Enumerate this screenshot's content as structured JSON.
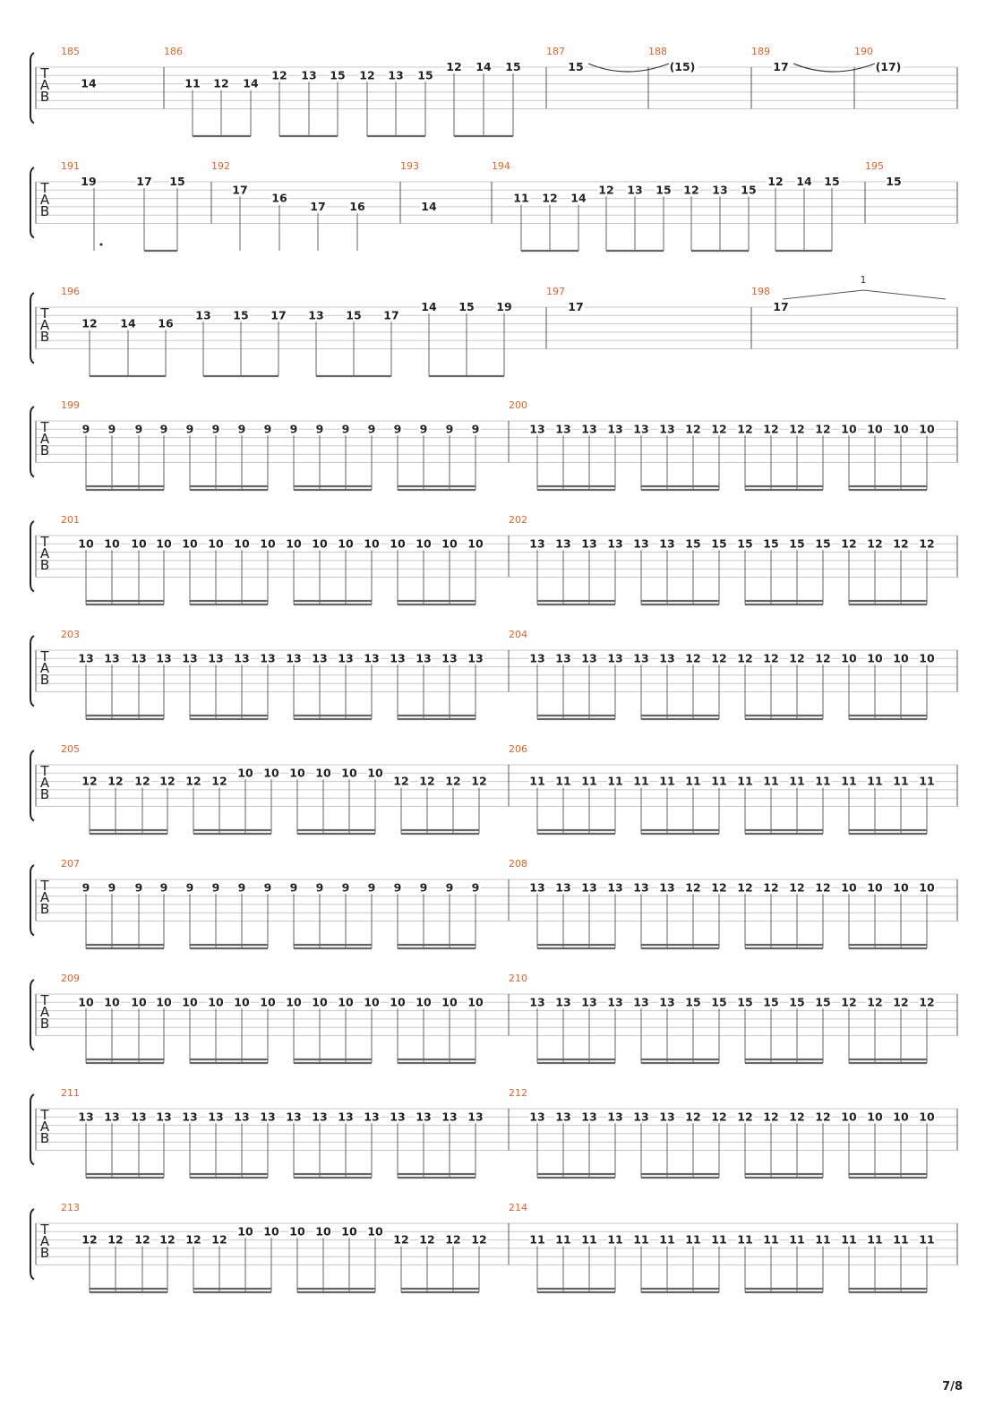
{
  "page_number": "7/8",
  "tab_letters": [
    "T",
    "A",
    "B"
  ],
  "systems": [
    {
      "measures": [
        {
          "number": "185",
          "notes": [
            {
              "f": "14",
              "s": 3
            }
          ]
        },
        {
          "number": "186",
          "notes": [
            {
              "f": "11",
              "s": 3
            },
            {
              "f": "12",
              "s": 3
            },
            {
              "f": "14",
              "s": 3
            },
            {
              "f": "12",
              "s": 2
            },
            {
              "f": "13",
              "s": 2
            },
            {
              "f": "15",
              "s": 2
            },
            {
              "f": "12",
              "s": 2
            },
            {
              "f": "13",
              "s": 2
            },
            {
              "f": "15",
              "s": 2
            },
            {
              "f": "12",
              "s": 1
            },
            {
              "f": "14",
              "s": 1
            },
            {
              "f": "15",
              "s": 1
            }
          ]
        },
        {
          "number": "187",
          "notes": [
            {
              "f": "15",
              "s": 1
            }
          ]
        },
        {
          "number": "188",
          "notes": [
            {
              "f": "(15)",
              "s": 1
            }
          ]
        },
        {
          "number": "189",
          "notes": [
            {
              "f": "17",
              "s": 1
            }
          ]
        },
        {
          "number": "190",
          "notes": [
            {
              "f": "(17)",
              "s": 1
            }
          ]
        }
      ]
    },
    {
      "measures": [
        {
          "number": "191",
          "notes": [
            {
              "f": "19",
              "s": 1
            },
            {
              "f": "17",
              "s": 1
            },
            {
              "f": "15",
              "s": 1
            }
          ]
        },
        {
          "number": "192",
          "notes": [
            {
              "f": "17",
              "s": 2
            },
            {
              "f": "16",
              "s": 3
            },
            {
              "f": "17",
              "s": 4
            },
            {
              "f": "16",
              "s": 4
            }
          ]
        },
        {
          "number": "193",
          "notes": [
            {
              "f": "14",
              "s": 4
            }
          ]
        },
        {
          "number": "194",
          "notes": [
            {
              "f": "11",
              "s": 3
            },
            {
              "f": "12",
              "s": 3
            },
            {
              "f": "14",
              "s": 3
            },
            {
              "f": "12",
              "s": 2
            },
            {
              "f": "13",
              "s": 2
            },
            {
              "f": "15",
              "s": 2
            },
            {
              "f": "12",
              "s": 2
            },
            {
              "f": "13",
              "s": 2
            },
            {
              "f": "15",
              "s": 2
            },
            {
              "f": "12",
              "s": 1
            },
            {
              "f": "14",
              "s": 1
            },
            {
              "f": "15",
              "s": 1
            }
          ]
        },
        {
          "number": "195",
          "notes": [
            {
              "f": "15",
              "s": 1
            }
          ]
        }
      ]
    },
    {
      "measures": [
        {
          "number": "196",
          "notes": [
            {
              "f": "12",
              "s": 3
            },
            {
              "f": "14",
              "s": 3
            },
            {
              "f": "16",
              "s": 3
            },
            {
              "f": "13",
              "s": 2
            },
            {
              "f": "15",
              "s": 2
            },
            {
              "f": "17",
              "s": 2
            },
            {
              "f": "13",
              "s": 2
            },
            {
              "f": "15",
              "s": 2
            },
            {
              "f": "17",
              "s": 2
            },
            {
              "f": "14",
              "s": 1
            },
            {
              "f": "15",
              "s": 1
            },
            {
              "f": "19",
              "s": 1
            }
          ]
        },
        {
          "number": "197",
          "notes": [
            {
              "f": "17",
              "s": 1
            }
          ]
        },
        {
          "number": "198",
          "notes": [
            {
              "f": "17",
              "s": 1
            }
          ],
          "bend": "1"
        }
      ]
    },
    {
      "measures": [
        {
          "number": "199",
          "string": 2,
          "frets": [
            "9",
            "9",
            "9",
            "9",
            "9",
            "9",
            "9",
            "9",
            "9",
            "9",
            "9",
            "9",
            "9",
            "9",
            "9",
            "9"
          ]
        },
        {
          "number": "200",
          "string": 2,
          "frets": [
            "13",
            "13",
            "13",
            "13",
            "13",
            "13",
            "12",
            "12",
            "12",
            "12",
            "12",
            "12",
            "10",
            "10",
            "10",
            "10"
          ]
        }
      ]
    },
    {
      "measures": [
        {
          "number": "201",
          "string": 2,
          "frets": [
            "10",
            "10",
            "10",
            "10",
            "10",
            "10",
            "10",
            "10",
            "10",
            "10",
            "10",
            "10",
            "10",
            "10",
            "10",
            "10"
          ]
        },
        {
          "number": "202",
          "string": 2,
          "frets": [
            "13",
            "13",
            "13",
            "13",
            "13",
            "13",
            "15",
            "15",
            "15",
            "15",
            "15",
            "15",
            "12",
            "12",
            "12",
            "12"
          ]
        }
      ]
    },
    {
      "measures": [
        {
          "number": "203",
          "string": 2,
          "frets": [
            "13",
            "13",
            "13",
            "13",
            "13",
            "13",
            "13",
            "13",
            "13",
            "13",
            "13",
            "13",
            "13",
            "13",
            "13",
            "13"
          ]
        },
        {
          "number": "204",
          "string": 2,
          "frets": [
            "13",
            "13",
            "13",
            "13",
            "13",
            "13",
            "12",
            "12",
            "12",
            "12",
            "12",
            "12",
            "10",
            "10",
            "10",
            "10"
          ]
        }
      ]
    },
    {
      "measures": [
        {
          "number": "205",
          "string": 3,
          "frets": [
            "12",
            "12",
            "12",
            "12",
            "12",
            "12",
            "10",
            "10",
            "10",
            "10",
            "10",
            "10",
            "12",
            "12",
            "12",
            "12"
          ],
          "strings": [
            3,
            3,
            3,
            3,
            3,
            3,
            2,
            2,
            2,
            2,
            2,
            2,
            3,
            3,
            3,
            3
          ]
        },
        {
          "number": "206",
          "string": 3,
          "frets": [
            "11",
            "11",
            "11",
            "11",
            "11",
            "11",
            "11",
            "11",
            "11",
            "11",
            "11",
            "11",
            "11",
            "11",
            "11",
            "11"
          ]
        }
      ]
    },
    {
      "measures": [
        {
          "number": "207",
          "string": 2,
          "frets": [
            "9",
            "9",
            "9",
            "9",
            "9",
            "9",
            "9",
            "9",
            "9",
            "9",
            "9",
            "9",
            "9",
            "9",
            "9",
            "9"
          ]
        },
        {
          "number": "208",
          "string": 2,
          "frets": [
            "13",
            "13",
            "13",
            "13",
            "13",
            "13",
            "12",
            "12",
            "12",
            "12",
            "12",
            "12",
            "10",
            "10",
            "10",
            "10"
          ]
        }
      ]
    },
    {
      "measures": [
        {
          "number": "209",
          "string": 2,
          "frets": [
            "10",
            "10",
            "10",
            "10",
            "10",
            "10",
            "10",
            "10",
            "10",
            "10",
            "10",
            "10",
            "10",
            "10",
            "10",
            "10"
          ]
        },
        {
          "number": "210",
          "string": 2,
          "frets": [
            "13",
            "13",
            "13",
            "13",
            "13",
            "13",
            "15",
            "15",
            "15",
            "15",
            "15",
            "15",
            "12",
            "12",
            "12",
            "12"
          ]
        }
      ]
    },
    {
      "measures": [
        {
          "number": "211",
          "string": 2,
          "frets": [
            "13",
            "13",
            "13",
            "13",
            "13",
            "13",
            "13",
            "13",
            "13",
            "13",
            "13",
            "13",
            "13",
            "13",
            "13",
            "13"
          ]
        },
        {
          "number": "212",
          "string": 2,
          "frets": [
            "13",
            "13",
            "13",
            "13",
            "13",
            "13",
            "12",
            "12",
            "12",
            "12",
            "12",
            "12",
            "10",
            "10",
            "10",
            "10"
          ]
        }
      ]
    },
    {
      "measures": [
        {
          "number": "213",
          "string": 3,
          "frets": [
            "12",
            "12",
            "12",
            "12",
            "12",
            "12",
            "10",
            "10",
            "10",
            "10",
            "10",
            "10",
            "12",
            "12",
            "12",
            "12"
          ],
          "strings": [
            3,
            3,
            3,
            3,
            3,
            3,
            2,
            2,
            2,
            2,
            2,
            2,
            3,
            3,
            3,
            3
          ]
        },
        {
          "number": "214",
          "string": 3,
          "frets": [
            "11",
            "11",
            "11",
            "11",
            "11",
            "11",
            "11",
            "11",
            "11",
            "11",
            "11",
            "11",
            "11",
            "11",
            "11",
            "11"
          ]
        }
      ]
    }
  ]
}
